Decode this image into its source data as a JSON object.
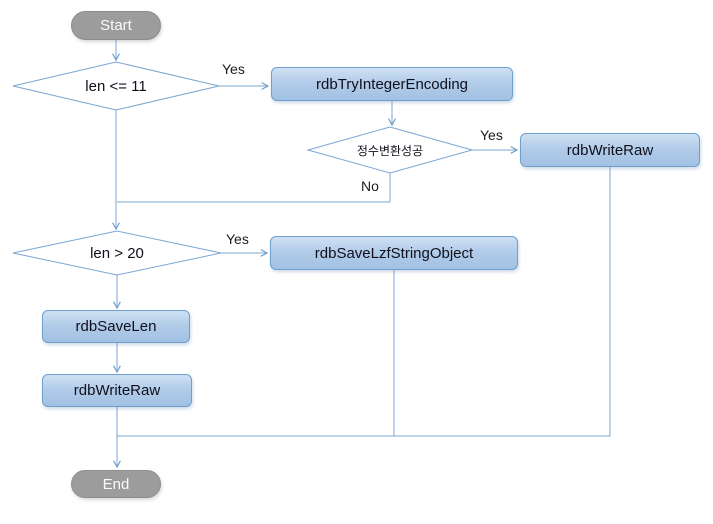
{
  "diagram": {
    "type": "flowchart",
    "nodes": {
      "start": {
        "label": "Start"
      },
      "decision_len_le_11": {
        "label": "len <= 11"
      },
      "rdb_try_integer_encoding": {
        "label": "rdbTryIntegerEncoding"
      },
      "decision_int_convert_success": {
        "label": "정수변환성공"
      },
      "rdb_write_raw_right": {
        "label": "rdbWriteRaw"
      },
      "decision_len_gt_20": {
        "label": "len > 20"
      },
      "rdb_save_lzf_string_object": {
        "label": "rdbSaveLzfStringObject"
      },
      "rdb_save_len": {
        "label": "rdbSaveLen"
      },
      "rdb_write_raw_left": {
        "label": "rdbWriteRaw"
      },
      "end": {
        "label": "End"
      }
    },
    "edge_labels": {
      "len_le_11_yes": "Yes",
      "int_convert_yes": "Yes",
      "int_convert_no": "No",
      "len_gt_20_yes": "Yes"
    },
    "colors": {
      "connector": "#7da7d4",
      "process_border": "#6f9fcd",
      "process_fill_top": "#cfe1f3",
      "process_fill_bottom": "#a2c1e3",
      "decision_fill": "#ffffff",
      "terminal_fill": "#9c9c9c",
      "node_text": "#10101c",
      "terminal_text": "#fbfbfb"
    }
  }
}
